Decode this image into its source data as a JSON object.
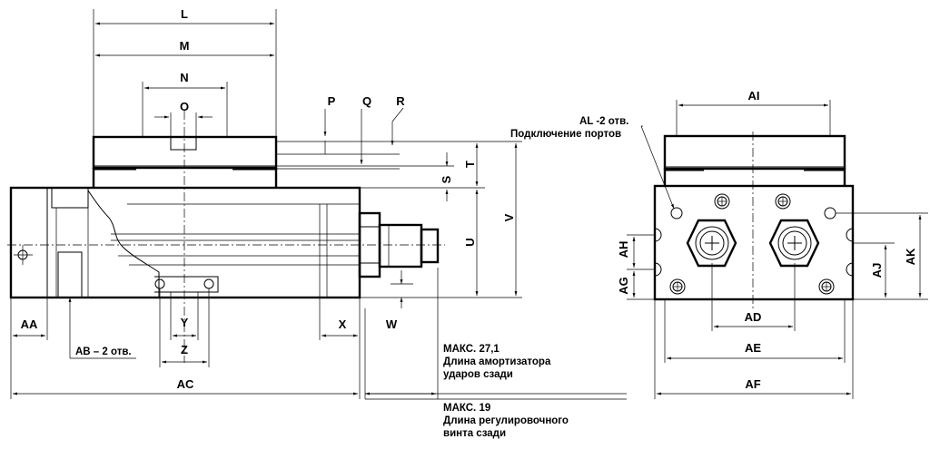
{
  "labels": {
    "L": "L",
    "M": "M",
    "N": "N",
    "O": "O",
    "P": "P",
    "Q": "Q",
    "R": "R",
    "S": "S",
    "T": "T",
    "U": "U",
    "V": "V",
    "W": "W",
    "X": "X",
    "Y": "Y",
    "Z": "Z",
    "AA": "AA",
    "AC": "AC",
    "AD": "AD",
    "AE": "AE",
    "AF": "AF",
    "AG": "AG",
    "AH": "AH",
    "AI": "AI",
    "AJ": "AJ",
    "AK": "AK"
  },
  "notes": {
    "ab_holes": "AB – 2 отв.",
    "al_holes": "AL -2 отв.",
    "port_connection": "Подключение портов",
    "max1_value": "МАКС. 27,1",
    "max1_line1": "Длина амортизатора",
    "max1_line2": "ударов сзади",
    "max2_value": "МАКС. 19",
    "max2_line1": "Длина регулировочного",
    "max2_line2": "винта сзади"
  }
}
